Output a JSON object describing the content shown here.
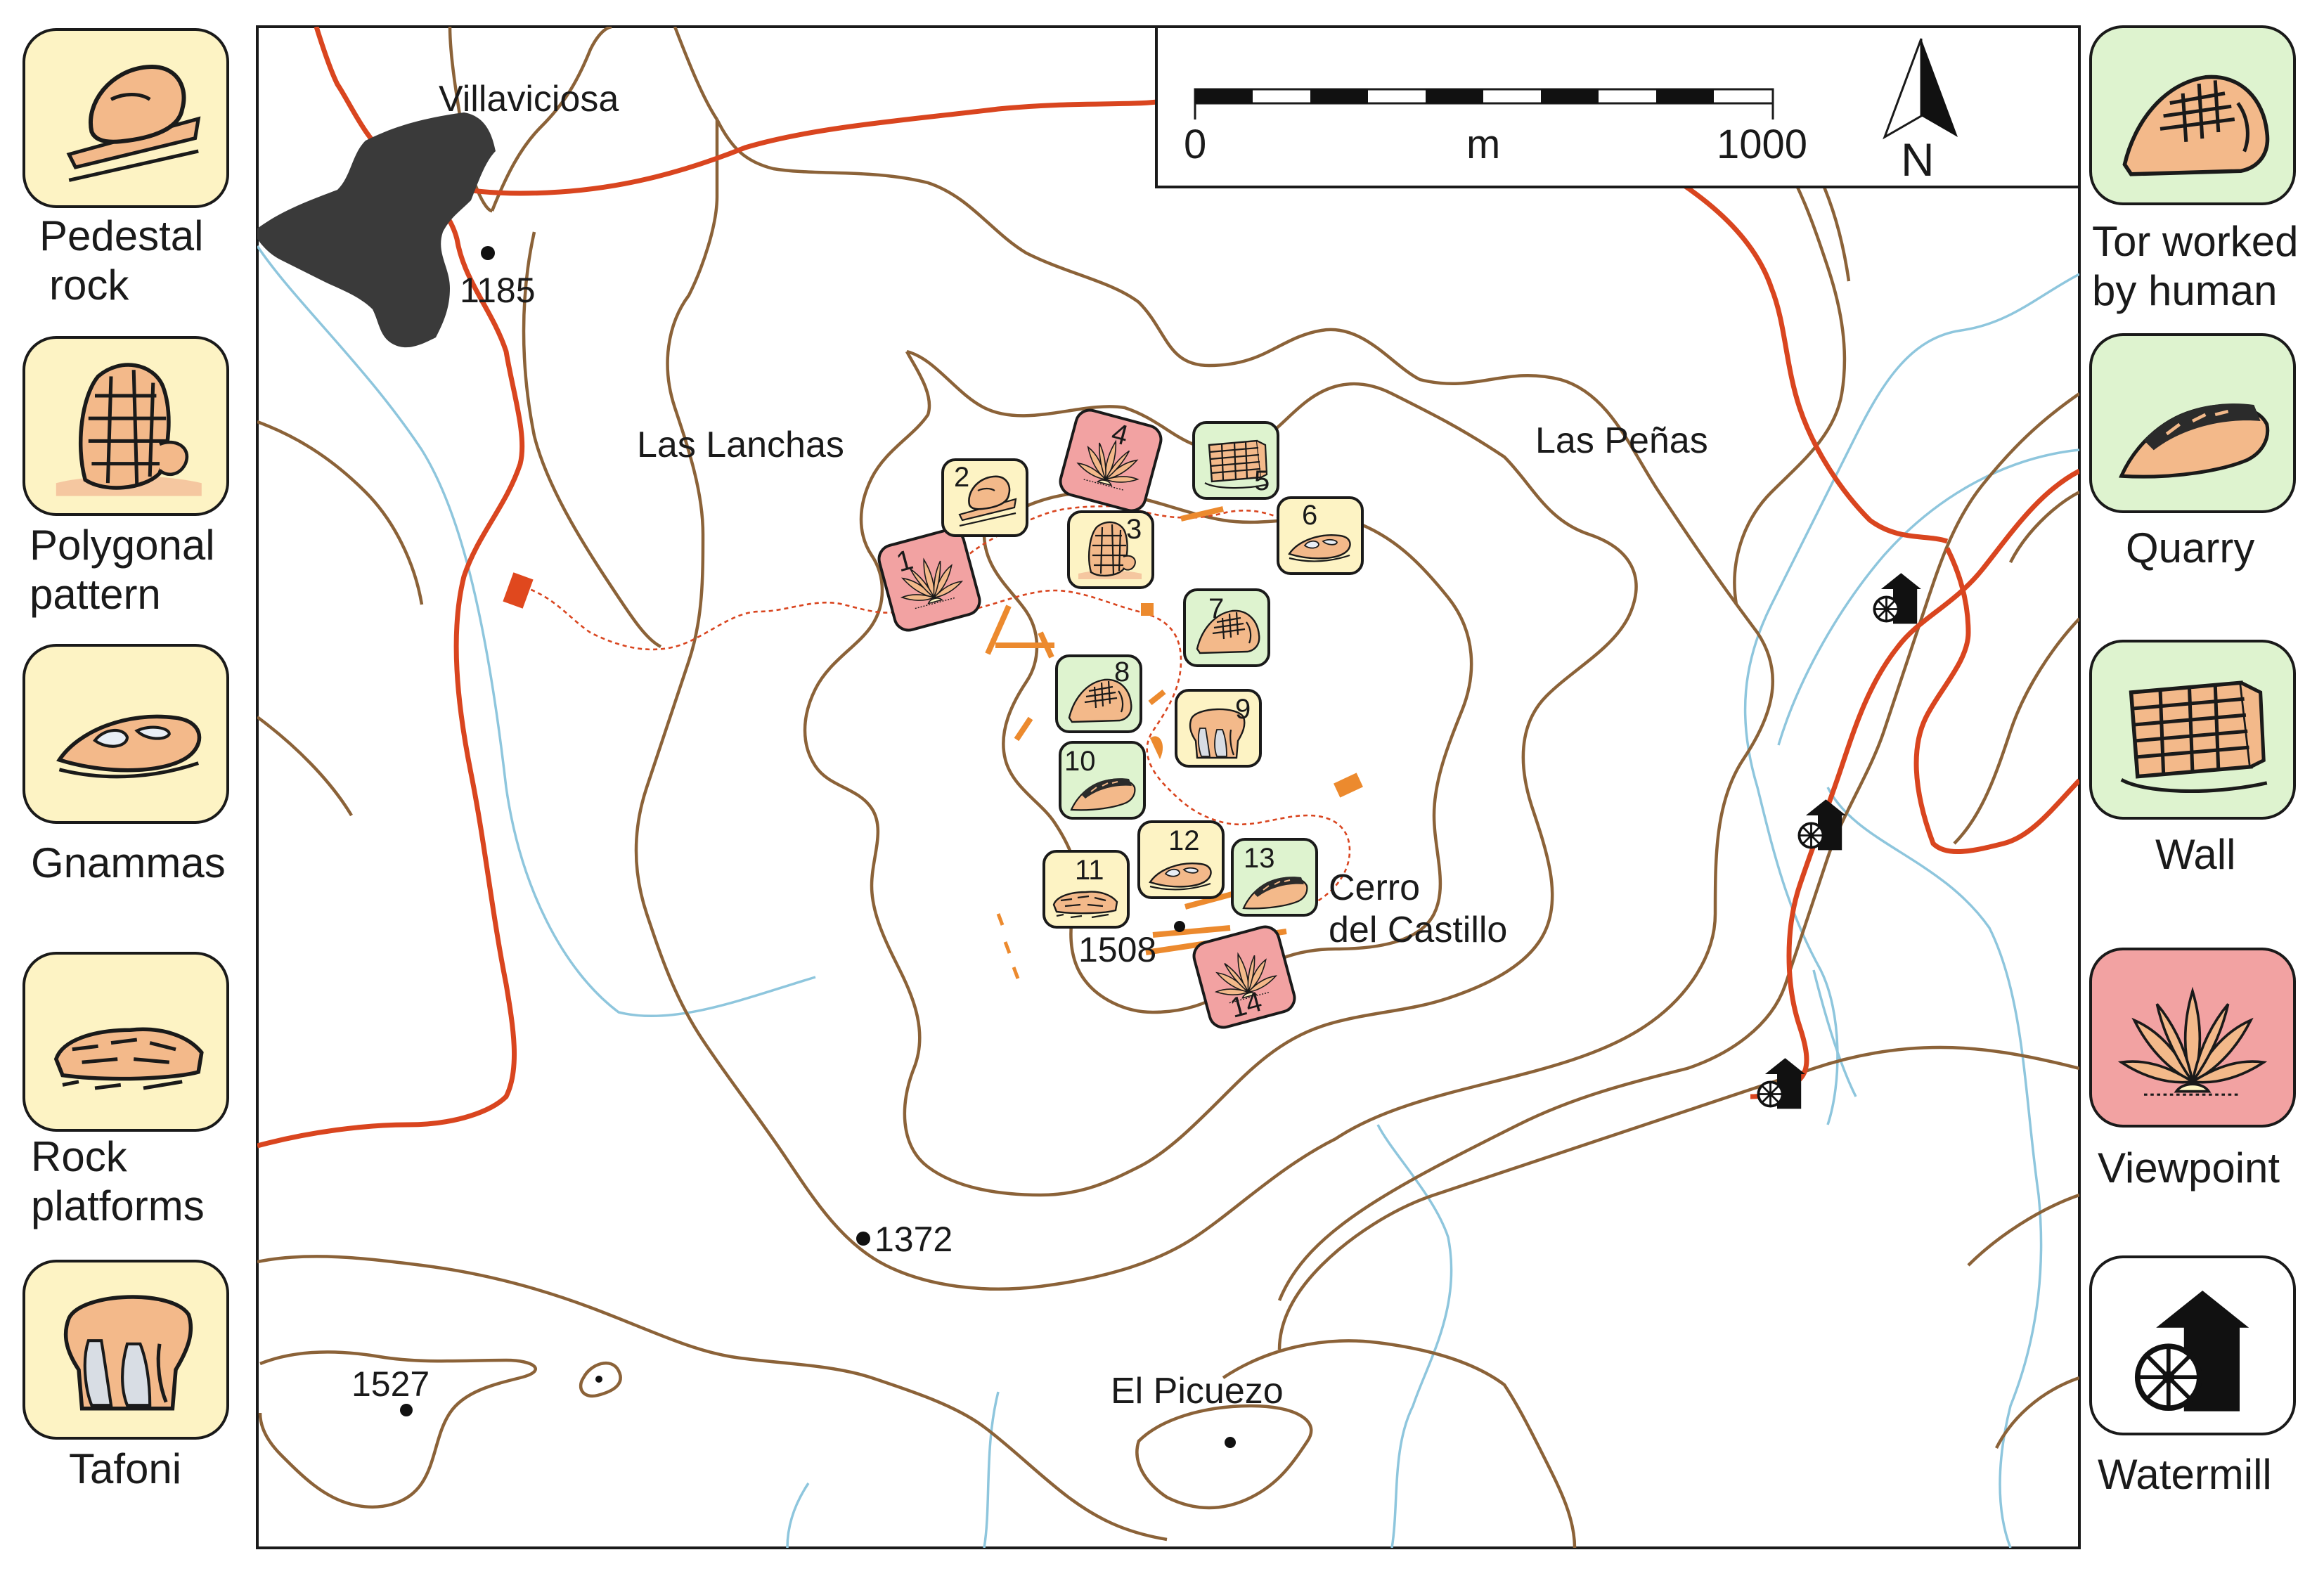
{
  "map": {
    "places": {
      "villaviciosa": "Villaviciosa",
      "las_lanchas": "Las Lanchas",
      "las_penas": "Las Peñas",
      "cerro_line1": "Cerro",
      "cerro_line2": "del Castillo",
      "el_picuezo": "El Picuezo"
    },
    "elevations": [
      "1185",
      "1508",
      "1372",
      "1527"
    ],
    "scale_bar": {
      "start": "0",
      "unit": "m",
      "end": "1000"
    },
    "north": "N",
    "sites": [
      {
        "n": "1",
        "type": "viewpoint"
      },
      {
        "n": "2",
        "type": "pedestal-rock"
      },
      {
        "n": "3",
        "type": "polygonal-pattern"
      },
      {
        "n": "4",
        "type": "viewpoint"
      },
      {
        "n": "5",
        "type": "wall"
      },
      {
        "n": "6",
        "type": "gnammas"
      },
      {
        "n": "7",
        "type": "tor-worked-by-human"
      },
      {
        "n": "8",
        "type": "tor-worked-by-human"
      },
      {
        "n": "9",
        "type": "tafoni"
      },
      {
        "n": "10",
        "type": "quarry"
      },
      {
        "n": "11",
        "type": "rock-platforms"
      },
      {
        "n": "12",
        "type": "gnammas"
      },
      {
        "n": "13",
        "type": "quarry"
      },
      {
        "n": "14",
        "type": "viewpoint"
      }
    ],
    "colors": {
      "contour": "#8b6238",
      "river": "#8ec6dd",
      "road": "#d9451f",
      "urban": "#3a3a3a",
      "legend_yellow": "#fdf3c4",
      "legend_green": "#def3cf",
      "legend_red": "#f2a2a2",
      "rock_fill": "#f3b98a"
    }
  },
  "legend_left": [
    {
      "line1": "Pedestal",
      "line2": "rock",
      "icon": "pedestal-rock-icon"
    },
    {
      "line1": "Polygonal",
      "line2": "pattern",
      "icon": "polygonal-pattern-icon"
    },
    {
      "line1": "Gnammas",
      "line2": "",
      "icon": "gnammas-icon"
    },
    {
      "line1": "Rock",
      "line2": "platforms",
      "icon": "rock-platforms-icon"
    },
    {
      "line1": "Tafoni",
      "line2": "",
      "icon": "tafoni-icon"
    }
  ],
  "legend_right": [
    {
      "line1": "Tor worked",
      "line2": "by human",
      "icon": "tor-worked-icon"
    },
    {
      "line1": "Quarry",
      "line2": "",
      "icon": "quarry-icon"
    },
    {
      "line1": "Wall",
      "line2": "",
      "icon": "wall-icon"
    },
    {
      "line1": "Viewpoint",
      "line2": "",
      "icon": "viewpoint-icon"
    },
    {
      "line1": "Watermill",
      "line2": "",
      "icon": "watermill-icon"
    }
  ]
}
